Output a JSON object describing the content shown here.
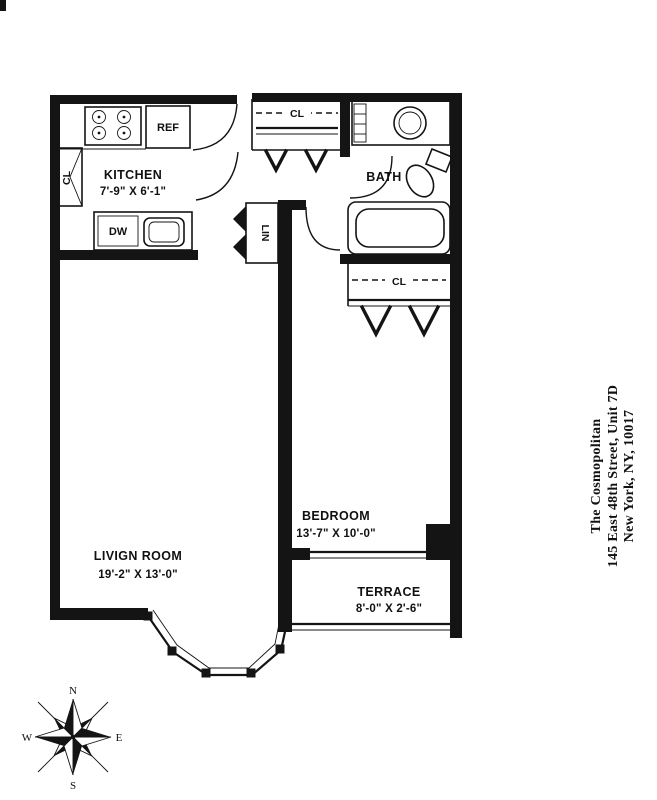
{
  "address": {
    "line1": "The Cosmopolitan",
    "line2": "145 East 48th Street, Unit 7D",
    "line3": "New York, NY, 10017"
  },
  "rooms": {
    "kitchen": {
      "name": "KITCHEN",
      "dims": "7'-9\" X 6'-1\""
    },
    "bath": {
      "name": "BATH"
    },
    "bedroom": {
      "name": "BEDROOM",
      "dims": "13'-7\" X 10'-0\""
    },
    "living_room": {
      "name": "LIVIGN ROOM",
      "dims": "19'-2\" X 13'-0\""
    },
    "terrace": {
      "name": "TERRACE",
      "dims": "8'-0\" X 2'-6\""
    }
  },
  "labels": {
    "refrigerator": "REF",
    "dishwasher": "DW",
    "kitchen_closet": "CL",
    "hall_closet": "CL",
    "linen_closet": "LIN",
    "bedroom_closet": "CL"
  },
  "compass": {
    "north": "N",
    "south": "S",
    "east": "E",
    "west": "W"
  }
}
